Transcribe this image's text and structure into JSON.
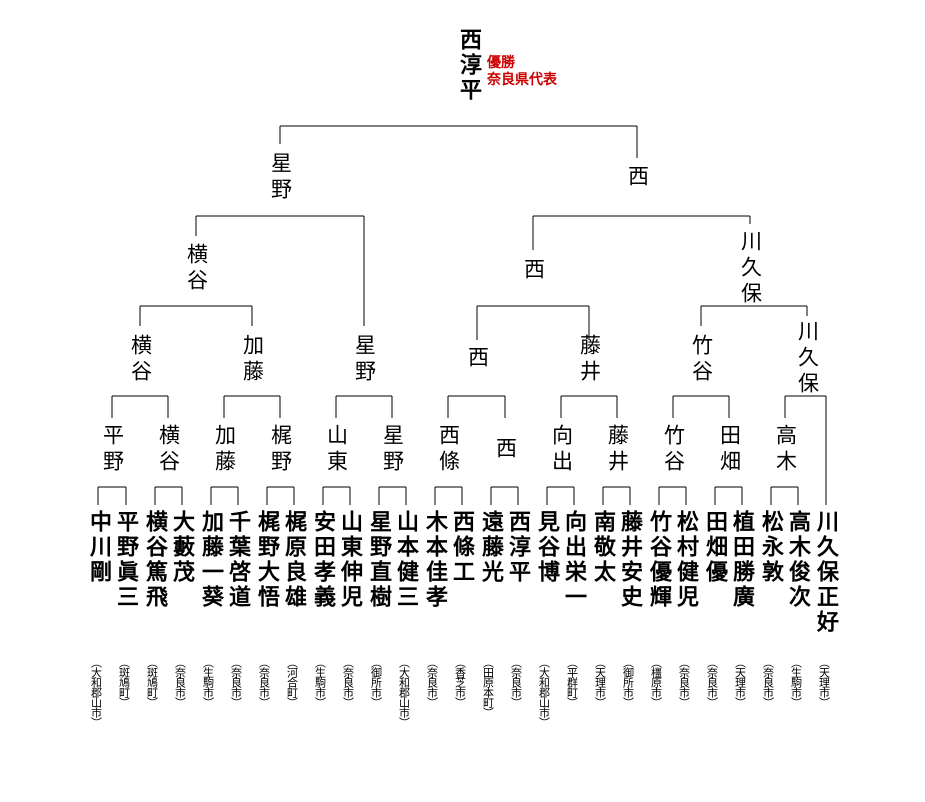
{
  "champion": {
    "name": "西淳平",
    "label": "優勝",
    "label_sub": "奈良県代表"
  },
  "players": [
    {
      "name": "中川剛",
      "prefecture": "（大和郡山市）"
    },
    {
      "name": "平野眞三",
      "prefecture": "（斑鳩町）"
    },
    {
      "name": "横谷篤飛",
      "prefecture": "（斑鳩町）"
    },
    {
      "name": "大藪茂",
      "prefecture": "（奈良市）"
    },
    {
      "name": "加藤一葵",
      "prefecture": "（生駒市）"
    },
    {
      "name": "千葉啓道",
      "prefecture": "（奈良市）"
    },
    {
      "name": "梶野大悟",
      "prefecture": "（奈良市）"
    },
    {
      "name": "梶原良雄",
      "prefecture": "（河合町）"
    },
    {
      "name": "安田孝義",
      "prefecture": "（生駒市）"
    },
    {
      "name": "山東伸児",
      "prefecture": "（奈良市）"
    },
    {
      "name": "星野直樹",
      "prefecture": "（御所市）"
    },
    {
      "name": "山本健三",
      "prefecture": "（大和郡山市）"
    },
    {
      "name": "木本佳孝",
      "prefecture": "（奈良市）"
    },
    {
      "name": "西條工",
      "prefecture": "（香芝市）"
    },
    {
      "name": "遠藤光",
      "prefecture": "（田原本町）"
    },
    {
      "name": "西淳平",
      "prefecture": "（奈良市）"
    },
    {
      "name": "見谷博",
      "prefecture": "（大和郡山市）"
    },
    {
      "name": "向出栄一",
      "prefecture": "（平群町）"
    },
    {
      "name": "南敬太",
      "prefecture": "（天理市）"
    },
    {
      "name": "藤井安史",
      "prefecture": "（御所市）"
    },
    {
      "name": "竹谷優輝",
      "prefecture": "（橿原市）"
    },
    {
      "name": "松村健児",
      "prefecture": "（奈良市）"
    },
    {
      "name": "田畑優",
      "prefecture": "（奈良市）"
    },
    {
      "name": "植田勝廣",
      "prefecture": "（天理市）"
    },
    {
      "name": "松永敦",
      "prefecture": "（奈良市）"
    },
    {
      "name": "高木俊次",
      "prefecture": "（生駒市）"
    },
    {
      "name": "川久保正好",
      "prefecture": "（天理市）"
    }
  ],
  "rounds": {
    "round1": [
      "平野",
      "横谷",
      "加藤",
      "梶野",
      "山東",
      "星野",
      "西條",
      "西",
      "向出",
      "藤井",
      "竹谷",
      "田畑",
      "高木"
    ],
    "round2": [
      "横谷",
      "加藤",
      "星野",
      "西",
      "藤井",
      "竹谷",
      "川久保"
    ],
    "quarterfinal": [
      "横谷",
      "西",
      "川久保"
    ],
    "semifinal": [
      "星野",
      "西"
    ]
  }
}
